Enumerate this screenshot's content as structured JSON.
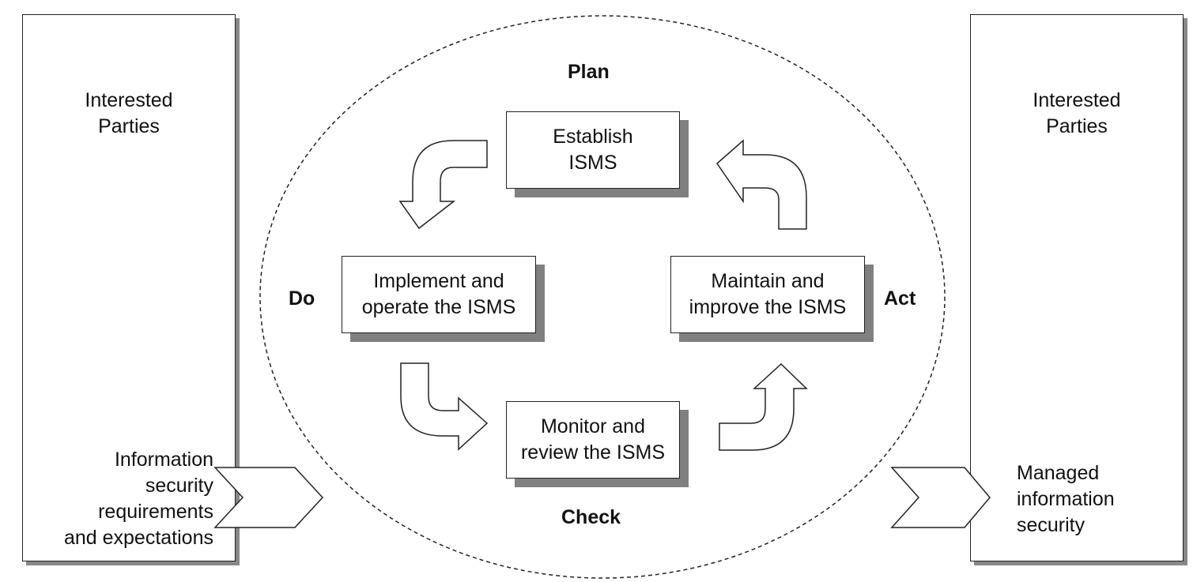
{
  "left_panel": {
    "title": "Interested\nParties",
    "input_label": "Information\nsecurity\nrequirements\nand expectations"
  },
  "right_panel": {
    "title": "Interested\nParties",
    "output_label": "Managed\ninformation\nsecurity"
  },
  "cycle": {
    "plan": {
      "phase": "Plan",
      "box": "Establish\nISMS"
    },
    "do": {
      "phase": "Do",
      "box": "Implement and\noperate the ISMS"
    },
    "check": {
      "phase": "Check",
      "box": "Monitor and\nreview the ISMS"
    },
    "act": {
      "phase": "Act",
      "box": "Maintain and\nimprove the ISMS"
    }
  },
  "colors": {
    "shadow": "#808080",
    "line": "#222222",
    "fill": "#ffffff"
  }
}
